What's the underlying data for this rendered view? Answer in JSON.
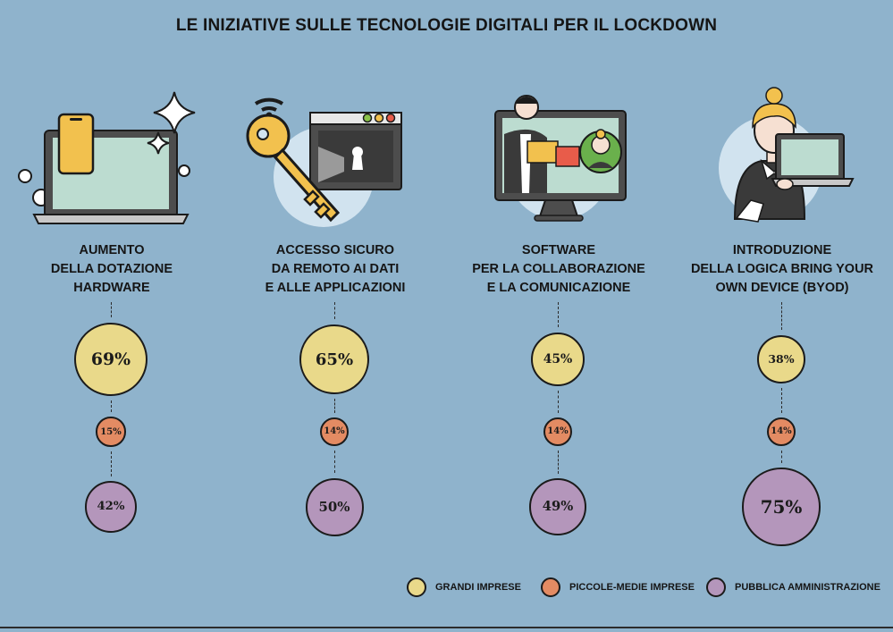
{
  "title": "LE INIZIATIVE SULLE TECNOLOGIE DIGITALI PER IL LOCKDOWN",
  "colors": {
    "background": "#8fb3cc",
    "grandi": "#e9d98a",
    "piccole": "#e38b63",
    "pa": "#b496bb"
  },
  "legend": [
    {
      "label": "GRANDI IMPRESE",
      "color": "#e9d98a"
    },
    {
      "label": "PICCOLE-MEDIE IMPRESE",
      "color": "#e38b63"
    },
    {
      "label": "PUBBLICA AMMINISTRAZIONE",
      "color": "#b496bb"
    }
  ],
  "columns": [
    {
      "label_lines": [
        "AUMENTO",
        "DELLA DOTAZIONE",
        "HARDWARE"
      ],
      "icon": "laptop-phone-icon",
      "values": [
        "69%",
        "15%",
        "42%"
      ]
    },
    {
      "label_lines": [
        "ACCESSO SICURO",
        "DA REMOTO AI DATI",
        "E ALLE APPLICAZIONI"
      ],
      "icon": "key-keyhole-icon",
      "values": [
        "65%",
        "14%",
        "50%"
      ]
    },
    {
      "label_lines": [
        "SOFTWARE",
        "PER LA COLLABORAZIONE",
        "E LA COMUNICAZIONE"
      ],
      "icon": "monitor-collaboration-icon",
      "values": [
        "45%",
        "14%",
        "49%"
      ]
    },
    {
      "label_lines": [
        "INTRODUZIONE",
        "DELLA LOGICA BRING YOUR",
        "OWN DEVICE (BYOD)"
      ],
      "icon": "person-laptop-icon",
      "values": [
        "38%",
        "14%",
        "75%"
      ]
    }
  ],
  "chart_data": {
    "type": "bubble",
    "title": "LE INIZIATIVE SULLE TECNOLOGIE DIGITALI PER IL LOCKDOWN",
    "categories": [
      "AUMENTO DELLA DOTAZIONE HARDWARE",
      "ACCESSO SICURO DA REMOTO AI DATI E ALLE APPLICAZIONI",
      "SOFTWARE PER LA COLLABORAZIONE E LA COMUNICAZIONE",
      "INTRODUZIONE DELLA LOGICA BRING YOUR OWN DEVICE (BYOD)"
    ],
    "series": [
      {
        "name": "GRANDI IMPRESE",
        "values": [
          69,
          65,
          45,
          38
        ]
      },
      {
        "name": "PICCOLE-MEDIE IMPRESE",
        "values": [
          15,
          14,
          14,
          14
        ]
      },
      {
        "name": "PUBBLICA AMMINISTRAZIONE",
        "values": [
          42,
          50,
          49,
          75
        ]
      }
    ],
    "unit": "%",
    "legend_position": "bottom-right"
  }
}
